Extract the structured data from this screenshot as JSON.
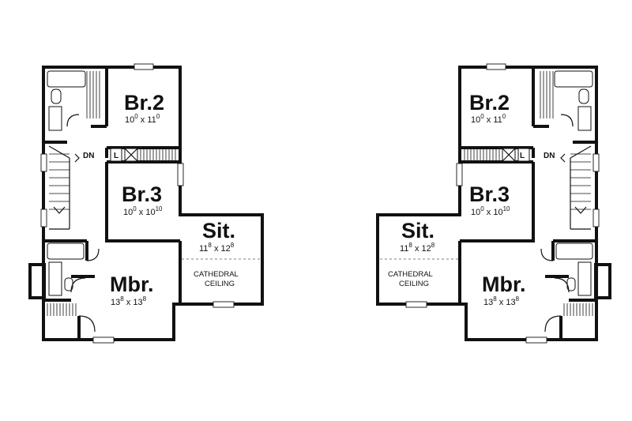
{
  "rooms": {
    "br2": {
      "name": "Br.2",
      "w": "10",
      "w_in": "0",
      "h": "11",
      "h_in": "0"
    },
    "br3": {
      "name": "Br.3",
      "w": "10",
      "w_in": "0",
      "h": "10",
      "h_in": "10"
    },
    "sit": {
      "name": "Sit.",
      "w": "11",
      "w_in": "8",
      "h": "12",
      "h_in": "8"
    },
    "mbr": {
      "name": "Mbr.",
      "w": "13",
      "w_in": "8",
      "h": "13",
      "h_in": "8"
    }
  },
  "labels": {
    "cathedral_1": "CATHEDRAL",
    "cathedral_2": "CEILING",
    "down": "DN",
    "linen": "L",
    "x_sep": "x"
  }
}
